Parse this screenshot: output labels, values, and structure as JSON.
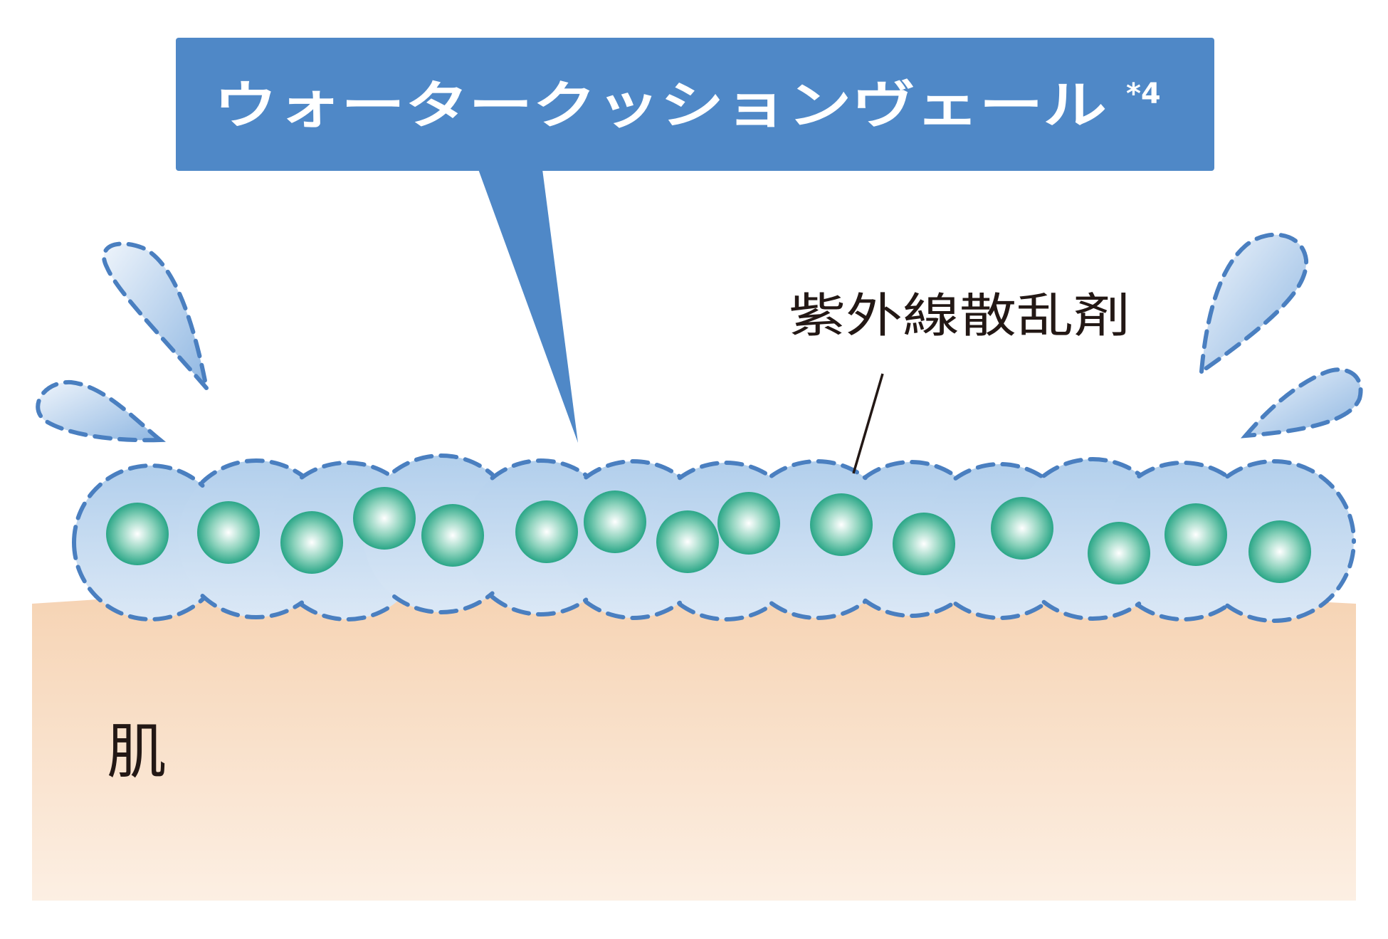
{
  "callout": {
    "title": "ウォータークッションヴェール",
    "superscript": "*4"
  },
  "label_uv": "紫外線散乱剤",
  "label_skin": "肌",
  "colors": {
    "banner": "#4f88c7",
    "dash_stroke": "#4a7fc0",
    "cushion_fill_top": "#b2cfec",
    "cushion_fill_bottom": "#dbe8f6",
    "particle_edge": "#2aa687",
    "particle_center": "#ffffff",
    "skin_top": "#f6d3b3",
    "skin_bottom": "#fcefe3",
    "text": "#231815"
  },
  "particles_count": 15,
  "droplets_count": 4
}
